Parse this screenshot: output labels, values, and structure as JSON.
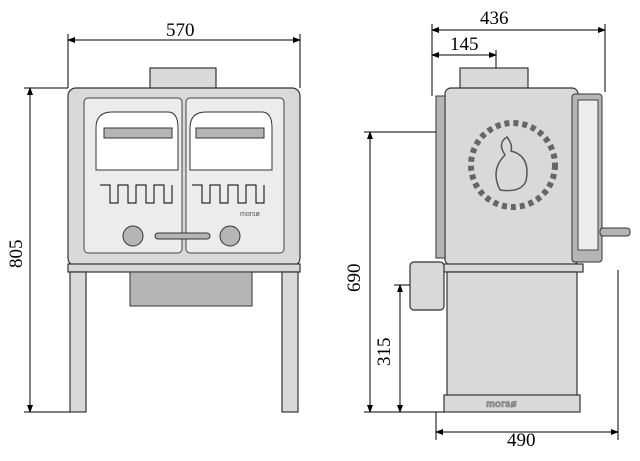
{
  "title": "Stove dimension drawing",
  "dimensions": {
    "front_width": "570",
    "front_height": "805",
    "side_total_depth": "436",
    "flue_offset": "145",
    "side_height_to_top_outlet": "690",
    "side_height_to_rear_outlet": "315",
    "base_depth": "490"
  },
  "logo": "morsø",
  "colors": {
    "body": "#d9d9d9",
    "line": "#000000"
  }
}
